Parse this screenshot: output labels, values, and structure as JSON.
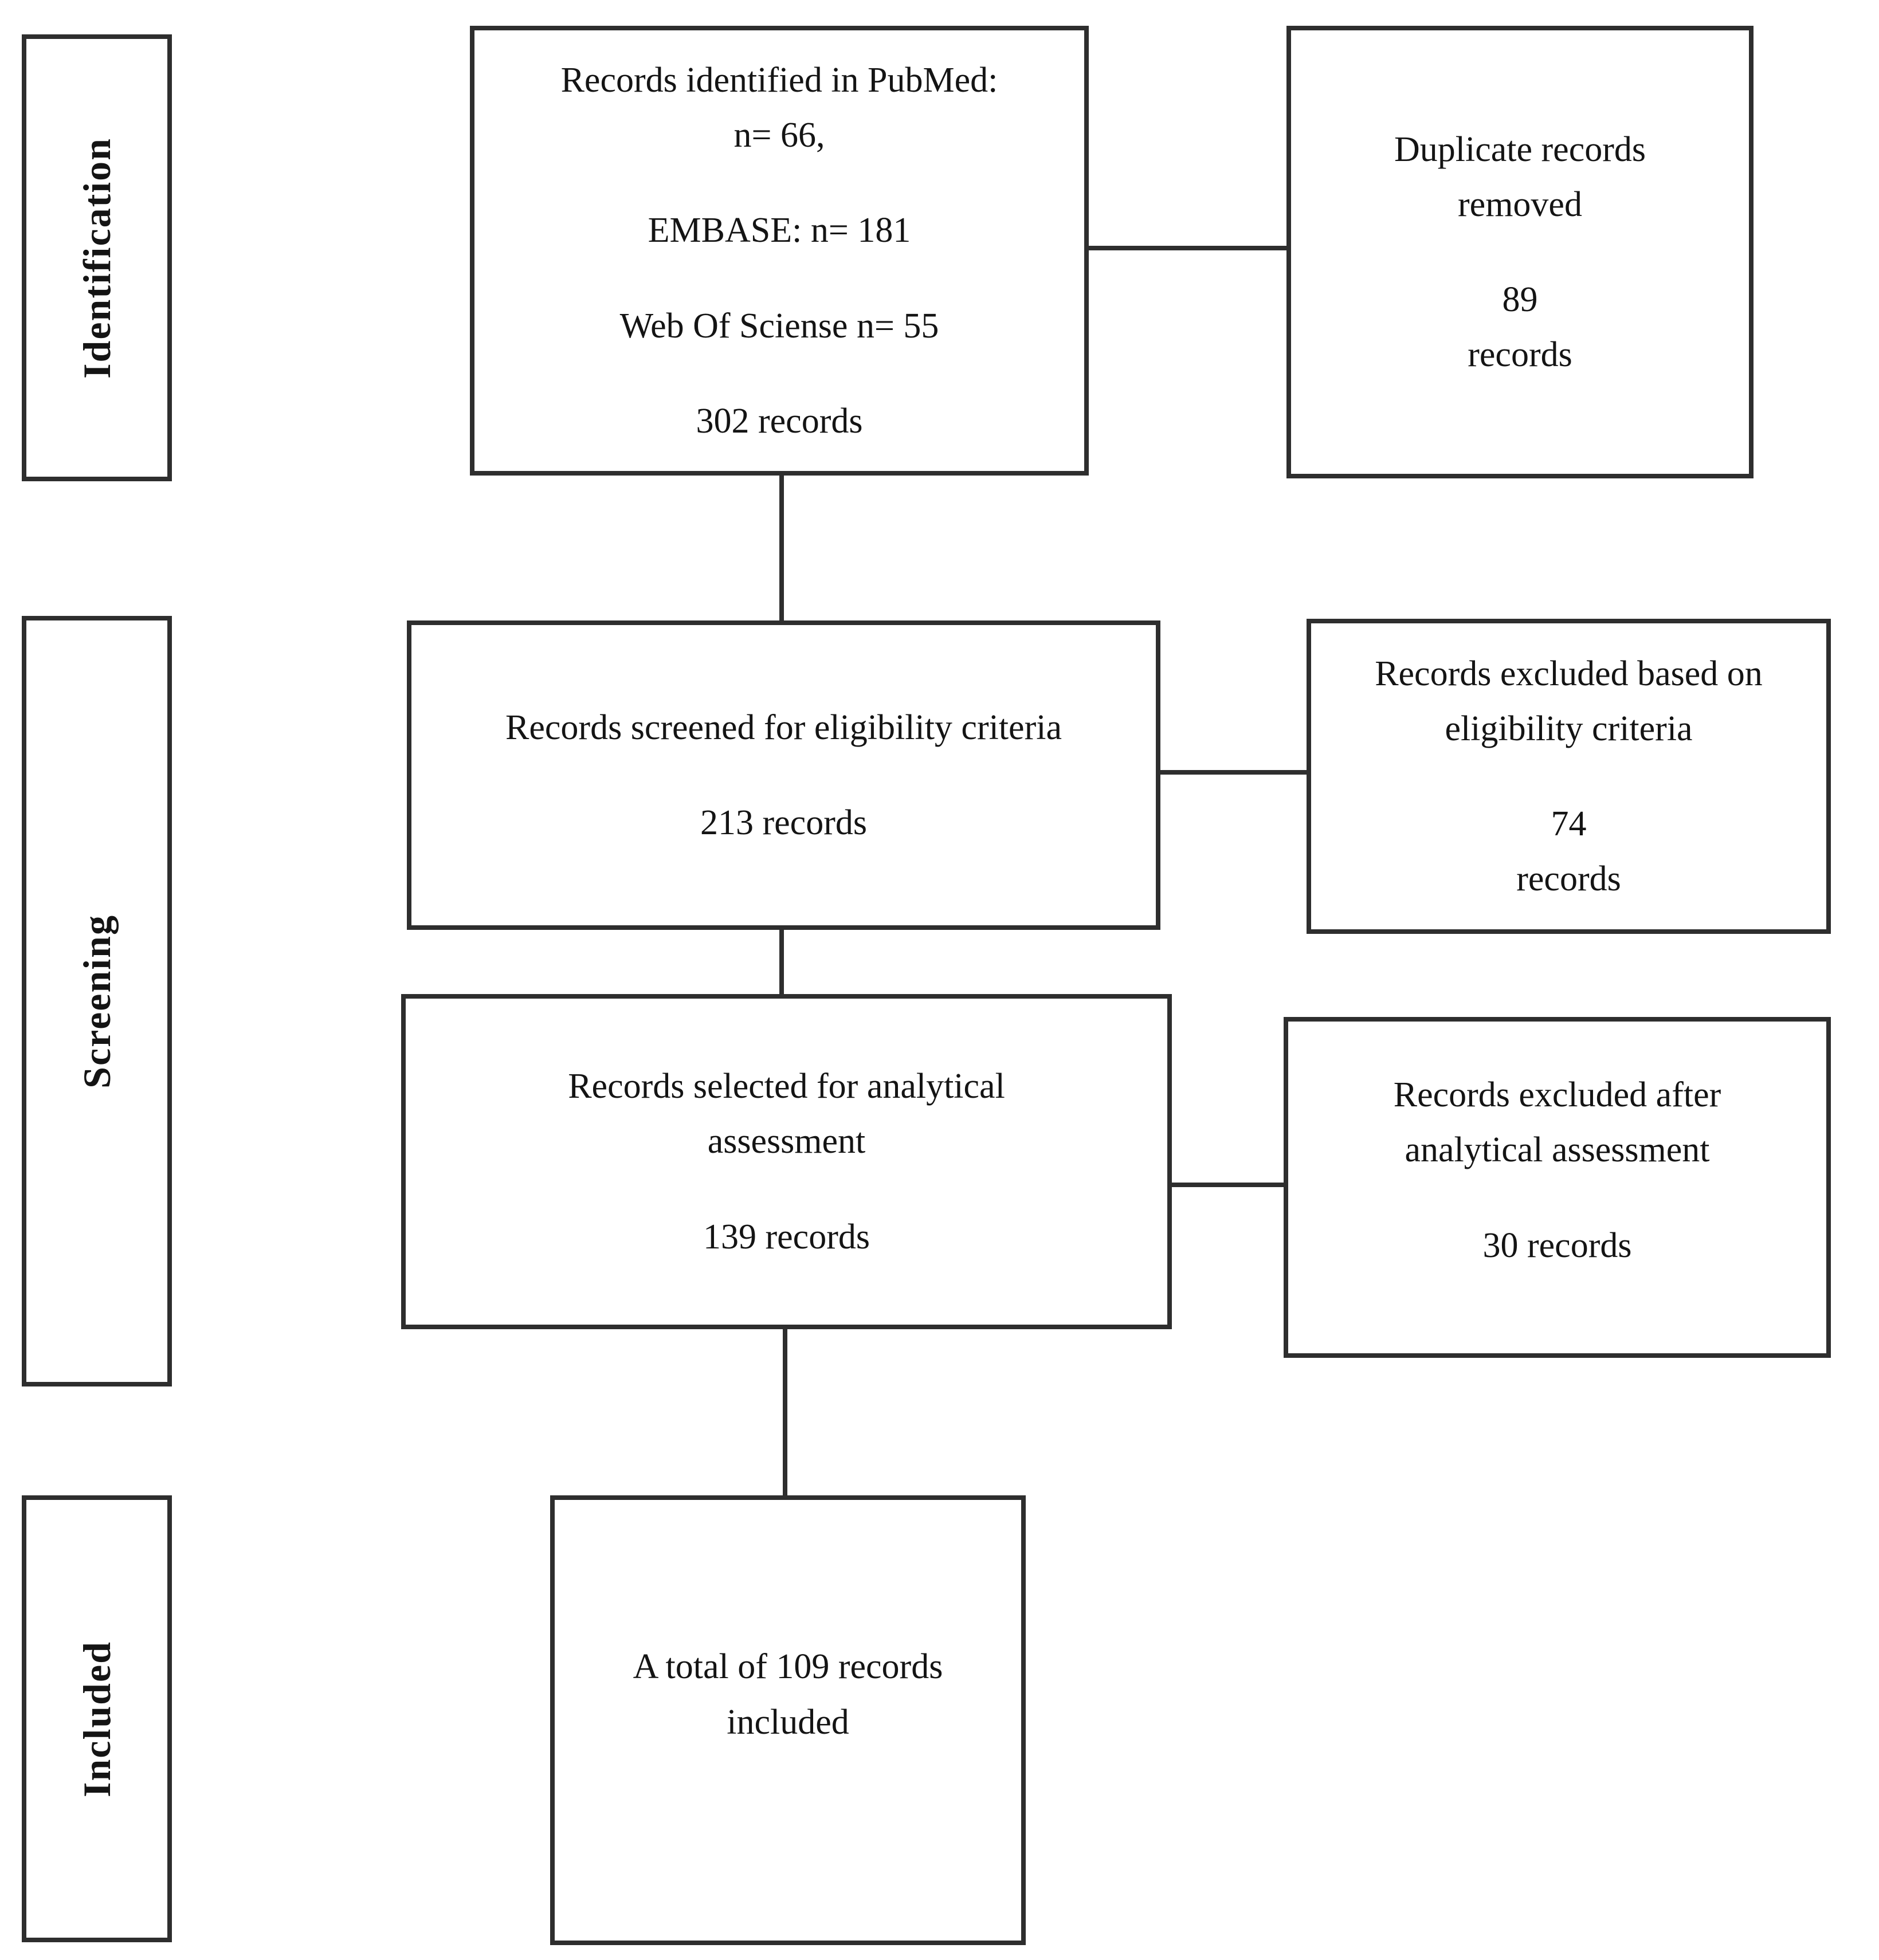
{
  "colors": {
    "line": "#2e2e2e",
    "text": "#141414",
    "background": "#ffffff"
  },
  "stage_labels": {
    "identification": "Identification",
    "screening": "Screening",
    "included": "Included"
  },
  "nodes": {
    "identified": {
      "source_pubmed": "Records identified in PubMed:",
      "source_pubmed_count": "n= 66,",
      "source_embase": "EMBASE: n= 181",
      "source_web_of_science": "Web Of Sciense n= 55",
      "total": "302 records"
    },
    "duplicates_removed": {
      "title": "Duplicate records removed",
      "count": "89",
      "unit": "records"
    },
    "screened": {
      "title": "Records screened for eligibility criteria",
      "count": "213 records"
    },
    "excluded_eligibility": {
      "title": "Records excluded based on eligibility criteria",
      "count": "74",
      "unit": "records"
    },
    "selected": {
      "title": "Records selected for analytical assessment",
      "count": "139 records"
    },
    "excluded_analytical": {
      "title": "Records excluded after analytical assessment",
      "count": "30 records"
    },
    "included_total": {
      "title": "A total of 109 records included"
    }
  }
}
